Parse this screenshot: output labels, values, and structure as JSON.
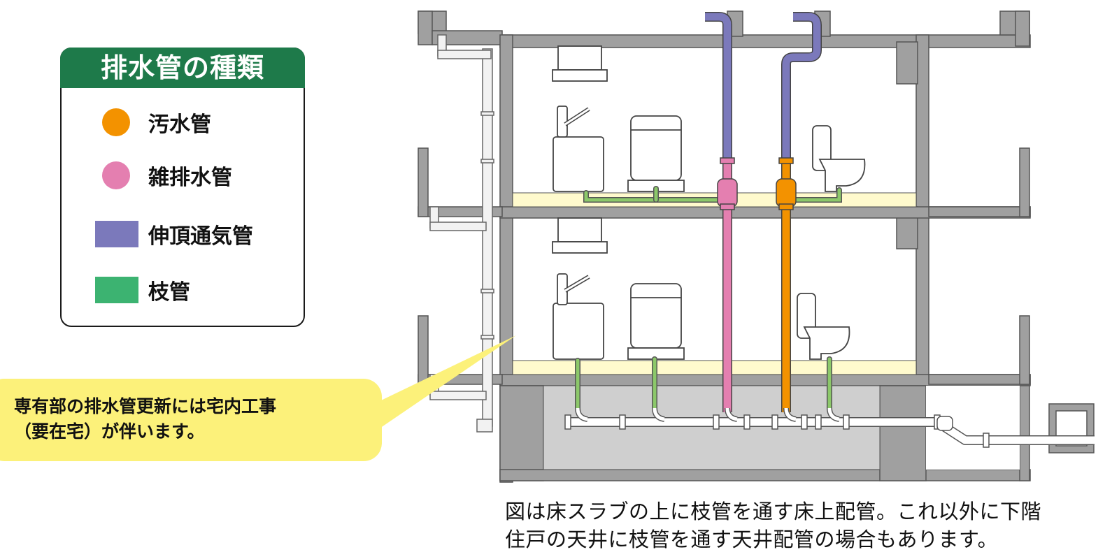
{
  "legend": {
    "title": "排水管の種類",
    "items": [
      {
        "label": "汚水管",
        "color": "#f39200",
        "shape": "circle"
      },
      {
        "label": "雑排水管",
        "color": "#e47fb0",
        "shape": "circle"
      },
      {
        "label": "伸頂通気管",
        "color": "#7b79bb",
        "shape": "rect"
      },
      {
        "label": "枝管",
        "color": "#3cb371",
        "shape": "rect"
      }
    ]
  },
  "callout": {
    "line1": "専有部の排水管更新には宅内工事",
    "line2": "（要在宅）が伴います。"
  },
  "caption": {
    "line1": "図は床スラブの上に枝管を通す床上配管。これ以外に下階",
    "line2": "住戸の天井に枝管を通す天井配管の場合もあります。"
  },
  "colors": {
    "concrete": "#a0a0a0",
    "floor_slab": "#fffacd",
    "pit": "#cfcfcf",
    "branch_pipe": "#8cc86a",
    "callout": "#fcf17a",
    "legend_header": "#1e7a4a"
  }
}
